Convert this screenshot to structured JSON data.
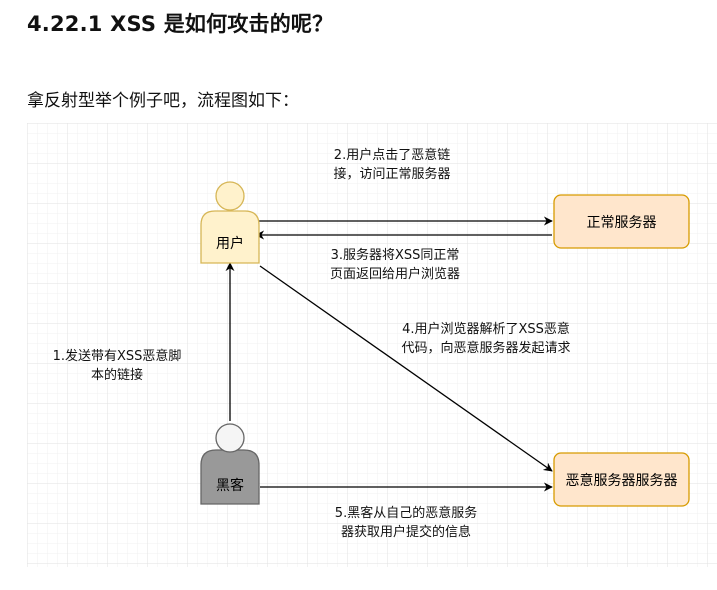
{
  "section_heading": "4.22.1 XSS 是如何攻击的呢？",
  "intro_text": "拿反射型举个例子吧，流程图如下：",
  "diagram": {
    "actors": {
      "user": "用户",
      "hacker": "黑客"
    },
    "nodes": {
      "normal_server": "正常服务器",
      "malicious_server": "恶意服务器服务器"
    },
    "steps": {
      "step1": [
        "1.发送带有XSS恶意脚",
        "本的链接"
      ],
      "step2": [
        "2.用户点击了恶意链",
        "接，访问正常服务器"
      ],
      "step3": [
        "3.服务器将XSS同正常",
        "页面返回给用户浏览器"
      ],
      "step4": [
        "4.用户浏览器解析了XSS恶意",
        "代码，向恶意服务器发起请求"
      ],
      "step5": [
        "5.黑客从自己的恶意服务",
        "器获取用户提交的信息"
      ]
    },
    "colors": {
      "user_fill": "#fff2cc",
      "user_stroke": "#d6b656",
      "hacker_fill": "#f5f5f5",
      "hacker_stroke": "#666666",
      "hacker_body_fill": "#999999",
      "server_fill": "#ffe6cc",
      "server_stroke": "#d79b00",
      "grid_minor": "#f0f0f0",
      "grid_major": "#e2e2e2",
      "arrow": "#000000"
    }
  }
}
